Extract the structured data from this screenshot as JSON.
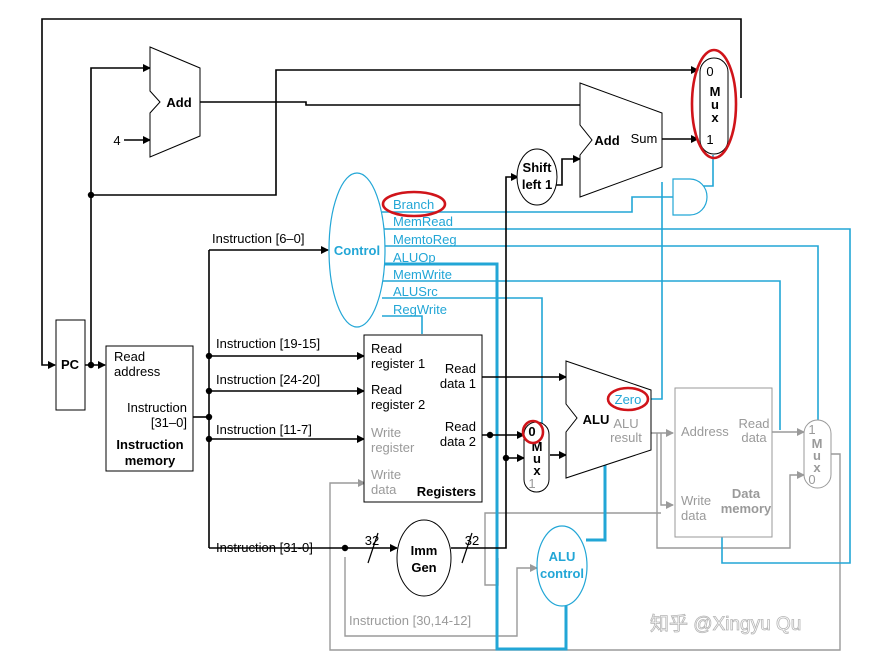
{
  "pc": "PC",
  "adder_top": "Add",
  "adder_branch": "Add",
  "sum": "Sum",
  "const_four": "4",
  "shift": {
    "line1": "Shift",
    "line2": "left 1"
  },
  "pcmux": {
    "in0": "0",
    "in1": "1",
    "l1": "M",
    "l2": "u",
    "l3": "x"
  },
  "control": {
    "title": "Control",
    "signals": [
      "Branch",
      "MemRead",
      "MemtoReg",
      "ALUOp",
      "MemWrite",
      "ALUSrc",
      "RegWrite"
    ]
  },
  "imem": {
    "read_address_1": "Read",
    "read_address_2": "address",
    "instr_1": "Instruction",
    "instr_2": "[31–0]",
    "title_1": "Instruction",
    "title_2": "memory"
  },
  "fields": [
    "Instruction [6–0]",
    "Instruction [19-15]",
    "Instruction [24-20]",
    "Instruction [11-7]",
    "Instruction [31-0]",
    "Instruction [30,14-12]"
  ],
  "regs": {
    "rr1_a": "Read",
    "rr1_b": "register 1",
    "rr2_a": "Read",
    "rr2_b": "register 2",
    "wr_a": "Write",
    "wr_b": "register",
    "wd_a": "Write",
    "wd_b": "data",
    "rd1_a": "Read",
    "rd1_b": "data 1",
    "rd2_a": "Read",
    "rd2_b": "data 2",
    "title": "Registers"
  },
  "alumux": {
    "in0": "0",
    "in1": "1",
    "l1": "M",
    "l2": "u",
    "l3": "x"
  },
  "alu": {
    "title": "ALU",
    "zero": "Zero",
    "res_1": "ALU",
    "res_2": "result"
  },
  "immgen": {
    "l1": "Imm",
    "l2": "Gen",
    "w_in": "32",
    "w_out": "32"
  },
  "alucontrol": {
    "l1": "ALU",
    "l2": "control"
  },
  "dmem": {
    "address": "Address",
    "rd_1": "Read",
    "rd_2": "data",
    "wd_1": "Write",
    "wd_2": "data",
    "title_1": "Data",
    "title_2": "memory"
  },
  "wbmux": {
    "in1": "1",
    "in0": "0",
    "l1": "M",
    "l2": "u",
    "l3": "x"
  },
  "watermark": "知乎 @Xingyu Qu"
}
